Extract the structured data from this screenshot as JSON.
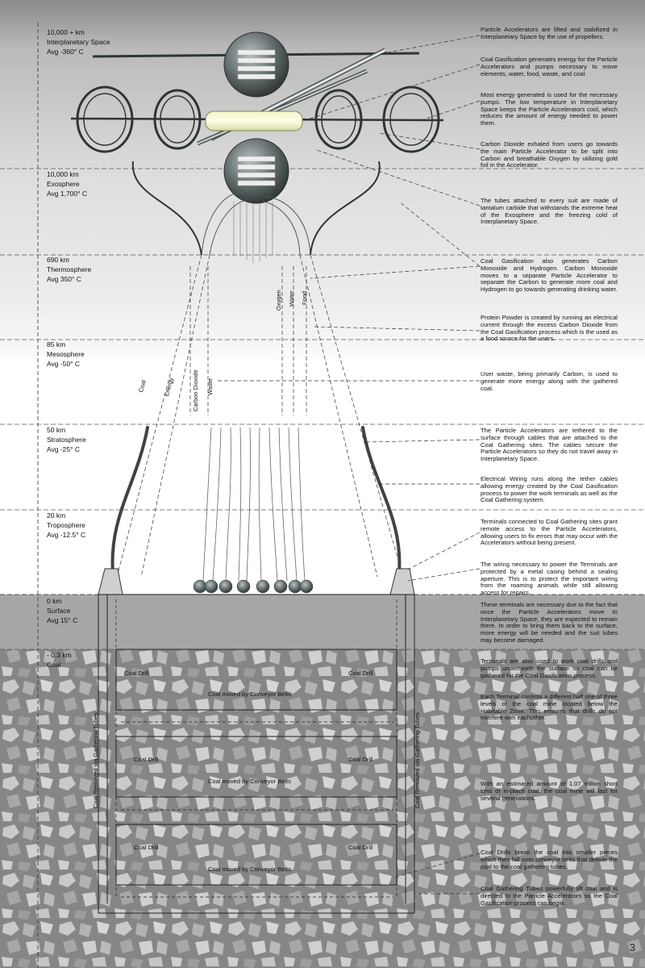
{
  "layers": [
    {
      "alt": "10,000 + km",
      "name": "Interplanetary Space",
      "temp": "Avg -360° C"
    },
    {
      "alt": "10,000 km",
      "name": "Exosphere",
      "temp": "Avg 1,700° C"
    },
    {
      "alt": "690 km",
      "name": "Thermosphere",
      "temp": "Avg 350° C"
    },
    {
      "alt": "85 km",
      "name": "Mesosphere",
      "temp": "Avg -50° C"
    },
    {
      "alt": "50 km",
      "name": "Stratosphere",
      "temp": "Avg -25° C"
    },
    {
      "alt": "20 km",
      "name": "Troposphere",
      "temp": "Avg -12.5° C"
    },
    {
      "alt": "0 km",
      "name": "Surface",
      "temp": "Avg 15° C"
    },
    {
      "alt": "- 0.3 km",
      "name": "Coal",
      "temp": ""
    }
  ],
  "flows": {
    "coal": "Coal",
    "energy": "Energy",
    "co2": "Carbon Dioxide",
    "waste": "Waste",
    "oxygen": "Oxygen",
    "water": "Water",
    "food": "Food"
  },
  "mine": {
    "drill": "Coal Drill",
    "conveyor": "Coal moved by Conveyor Belts",
    "tubes": "Coal Removed via Gathering Tubes"
  },
  "notes": [
    "Particle Accelerators are lifted and stabilized in Interplanetary Space by the use of propellers.",
    "Coal Gasification generates energy for the Particle Accelerators and pumps necessary to move elements, water, food, waste, and coal.",
    "Most energy generated is used for the necessary pumps. The low temperature in Interplanetary Space keeps the Particle Accelerators cool, which reduces the amount of energy needed to power them.",
    "Carbon Dioxide exhaled from users go towards the main Particle Accelerator to be split into Carbon and breathable Oxygen by utilizing gold foil in the Accelerator.",
    "The tubes attached to every suit are made of tantalum carbide that withstands the extreme heat of the Exosphere and the freezing cold of Interplanetary Space.",
    "Coal Gasification also generates Carbon Monoxide and Hydrogen. Carbon Monoxide moves to a separate Particle Accelerator to separate the Carbon to generate more coal and Hydrogen to go towards generating drinking water.",
    "Protein Powder is created by running an electrical current through the excess Carbon Dioxide from the Coal Gasification process which is the used as a food source for the users.",
    "User waste, being primarily Carbon, is used to generate more energy along with the gathered coal.",
    "The Particle Accelerators are tethered to the surface through cables that are attached to the Coal Gathering sites. The cables secure the Particle Accelerators so they do not travel away in Interplanetary Space.",
    "Electrical Wiring runs along the tether cables allowing energy created by the Coal Gasification process to power the work terminals as well as the Coal Gathering system.",
    "Terminals connected to Coal Gathering sites grant remote access to the Particle Accelerators, allowing users to fix errors that may occur with the Accelerators without being present.",
    "The wiring necessary to power the Terminals are protected by a metal casing behind a sealing aperture. This is to protect the important wiring from the roaming animals while still allowing access for repairs.",
    "These terminals are necessary due to the fact that once the Particle Accelerators move to Interplanetary Space, they are expected to remain there. In order to bring them back to the surface, more energy will be needed and the suit tubes may become damaged.",
    "Terminals are also used to work coal drills and pumps underneath the surface so coal can be gathered for the Coal Gasification process.",
    "Each Terminal controls a different half one of three levels of the coal mine located below the Habitable Zone. This ensures that drills do not interfere with eachother.",
    "With an estimated amount of 1.07 trillion short tons of in-place coal, the coal mine will last for several generations.",
    "Coal Drills break the coal into smaller pieces which then fall onto conveyor belts that deliver the coal to the coal gathering tubes.",
    "Coal Gathering Tubes powerfully lift coal and is directed to the Particle Accelerators so the Coal Gasification process can begin."
  ],
  "page_number": "3"
}
